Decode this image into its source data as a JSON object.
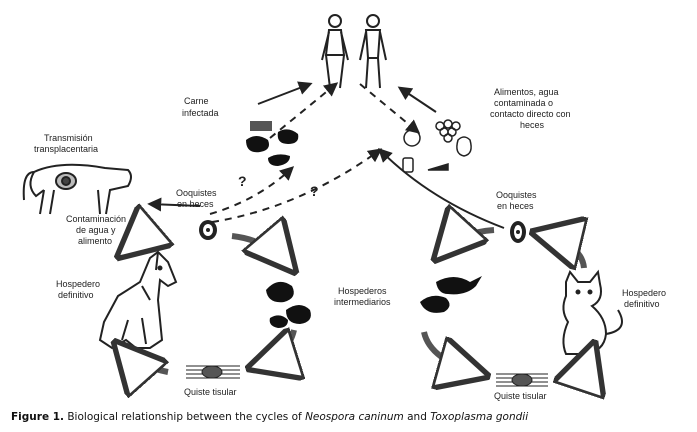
{
  "labels": {
    "carne": "Carne",
    "infectada": "infectada",
    "alimentos_1": "Alimentos, agua",
    "alimentos_2": "contaminada o",
    "alimentos_3": "contacto directo con",
    "alimentos_4": "heces",
    "transmision_1": "Transmisión",
    "transmision_2": "transplacentaria",
    "ooq_left_1": "Ooquistes",
    "ooq_left_2": "en heces",
    "ooq_right_1": "Ooquistes",
    "ooq_right_2": "en heces",
    "contam_1": "Contaminación",
    "contam_2": "de agua y",
    "contam_3": "alimento",
    "hosp_def_left_1": "Hospedero",
    "hosp_def_left_2": "definitivo",
    "hosp_int_1": "Hospederos",
    "hosp_int_2": "intermediarios",
    "hosp_def_right_1": "Hospedero",
    "hosp_def_right_2": "definitivo",
    "quiste_left": "Quiste tisular",
    "quiste_right": "Quiste tisular",
    "q_mark_1": "?",
    "q_mark_2": "?"
  },
  "caption": {
    "figure_label": "Figure 1.",
    "text_before": " Biological relationship between the cycles of ",
    "organism_1": "Neospora caninum",
    "text_middle": " and ",
    "organism_2": "Toxoplasma gondii"
  }
}
